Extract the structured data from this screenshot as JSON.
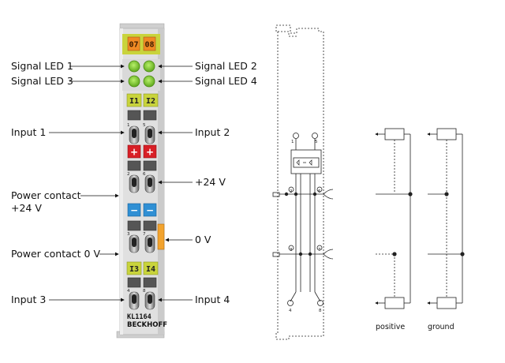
{
  "module": {
    "channel_numbers": [
      "07",
      "08"
    ],
    "channel_tags": [
      "I1",
      "I2",
      "I3",
      "I4"
    ],
    "plus_marks": [
      "+",
      "+"
    ],
    "minus_marks": [
      "−",
      "−"
    ],
    "model": "KL1164",
    "brand": "BECKHOFF"
  },
  "callouts": {
    "signal_led_1": "Signal LED 1",
    "signal_led_2": "Signal LED 2",
    "signal_led_3": "Signal LED 3",
    "signal_led_4": "Signal LED 4",
    "input_1": "Input 1",
    "input_2": "Input 2",
    "power_contact_24v_line1": "Power contact",
    "power_contact_24v_line2": "+24 V",
    "plus_24v": "+24 V",
    "power_contact_0v": "Power contact 0 V",
    "zero_v": "0 V",
    "input_3": "Input 3",
    "input_4": "Input 4"
  },
  "schematic": {
    "terminals": [
      "1",
      "5",
      "2",
      "6",
      "3",
      "7",
      "4",
      "8"
    ]
  },
  "wiring": {
    "positive_label": "positive",
    "ground_label": "ground"
  },
  "colors": {
    "module_grey": "#dcdcdc",
    "led_green": "#7ad12b",
    "tag_yellow": "#c9d43c",
    "plus_red": "#d81f26",
    "minus_blue": "#2f8fd4",
    "zero_v_orange": "#f2a32e",
    "orange_tag": "#f08a24"
  }
}
